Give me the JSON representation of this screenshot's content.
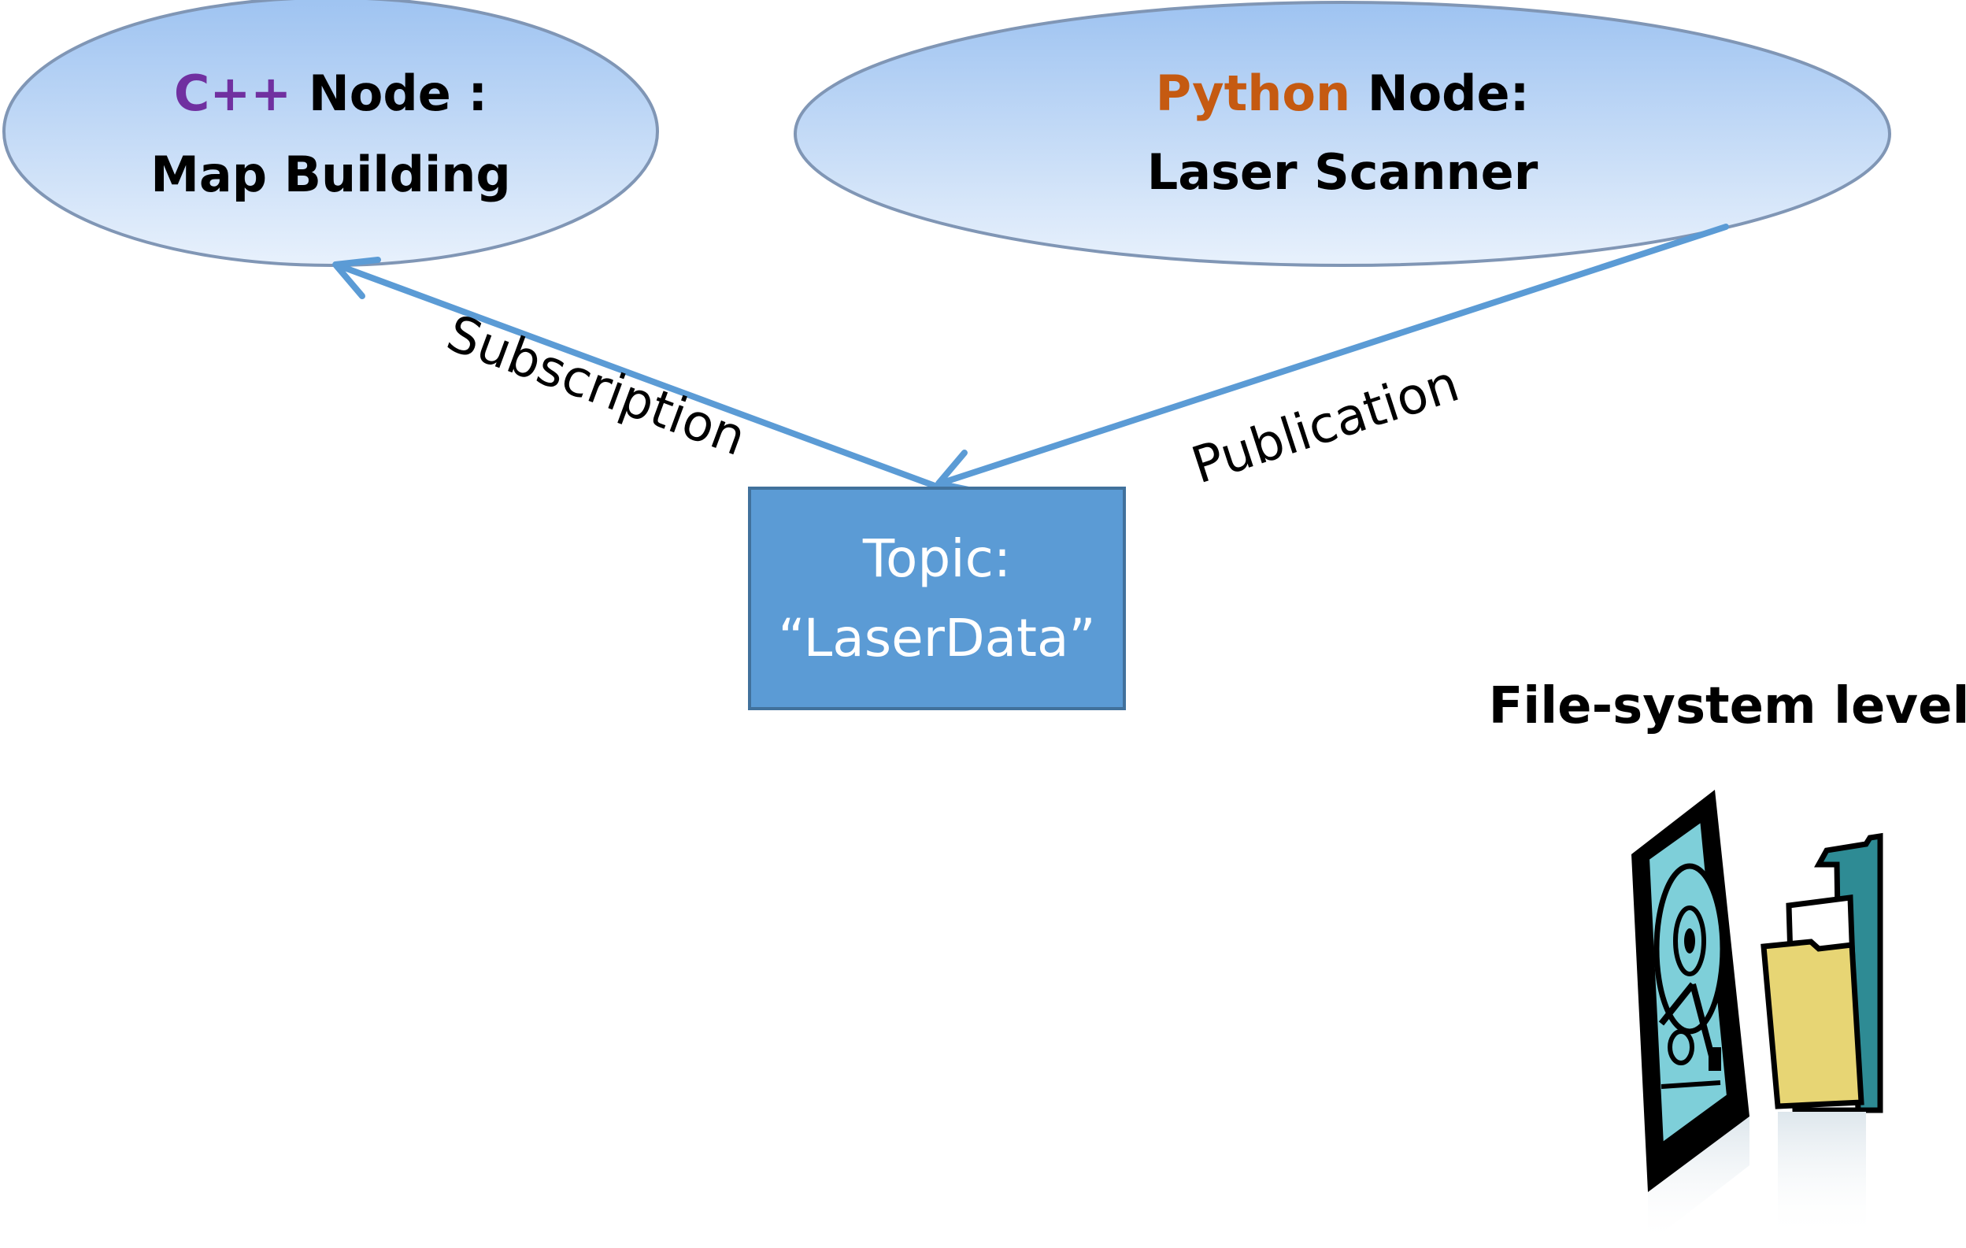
{
  "nodes": {
    "cpp": {
      "lang": "C++",
      "label_rest": " Node :",
      "subtitle": "Map Building",
      "lang_color": "#7030A0"
    },
    "python": {
      "lang": "Python",
      "label_rest": " Node:",
      "subtitle": "Laser Scanner",
      "lang_color": "#C55A11"
    }
  },
  "topic": {
    "line1": "Topic:",
    "line2": "“LaserData”"
  },
  "edges": {
    "subscription": "Subscription",
    "publication": "Publication"
  },
  "file_system": {
    "label": "File-system level",
    "icons": [
      "hard-drive-icon",
      "folder-icon"
    ]
  },
  "colors": {
    "ellipse_top": "#9EC3F1",
    "ellipse_bottom": "#E8F1FC",
    "ellipse_stroke": "#8096B5",
    "arrow": "#5B9BD5",
    "topic_fill": "#5B9BD5",
    "topic_stroke": "#41719C",
    "topic_text": "#FFFFFF",
    "text": "#000000"
  }
}
